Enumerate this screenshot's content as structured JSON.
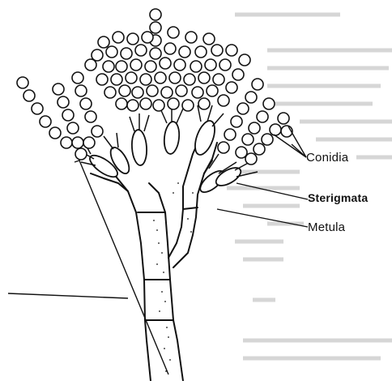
{
  "labels": {
    "conidia": "Conidia",
    "sterigmata": "Sterigmata",
    "metula": "Metula"
  },
  "colors": {
    "ink": "#111111",
    "paper": "#ffffff",
    "ghost_text": "#d6d6d6"
  }
}
